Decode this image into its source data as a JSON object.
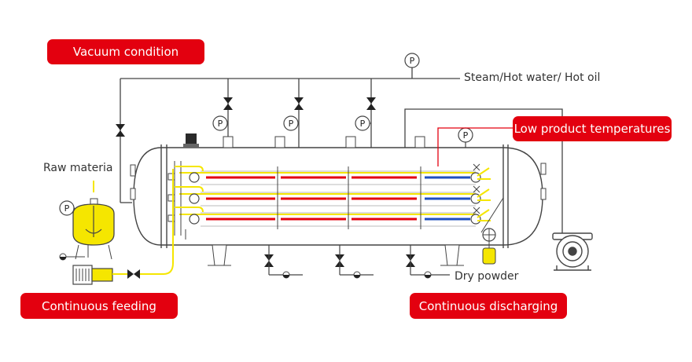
{
  "badges": {
    "vacuum": "Vacuum condition",
    "low_temp": "Low product temperatures",
    "feeding": "Continuous feeding",
    "discharging": "Continuous discharging"
  },
  "labels": {
    "steam": "Steam/Hot water/ Hot oil",
    "raw": "Raw materia",
    "dry": "Dry powder",
    "gauge": "P"
  },
  "colors": {
    "badge": "#e3000f",
    "feed_line": "#f5e600",
    "hot_tube": "#e3000f",
    "cool_tube": "#1f4fbf",
    "line": "#444444"
  }
}
